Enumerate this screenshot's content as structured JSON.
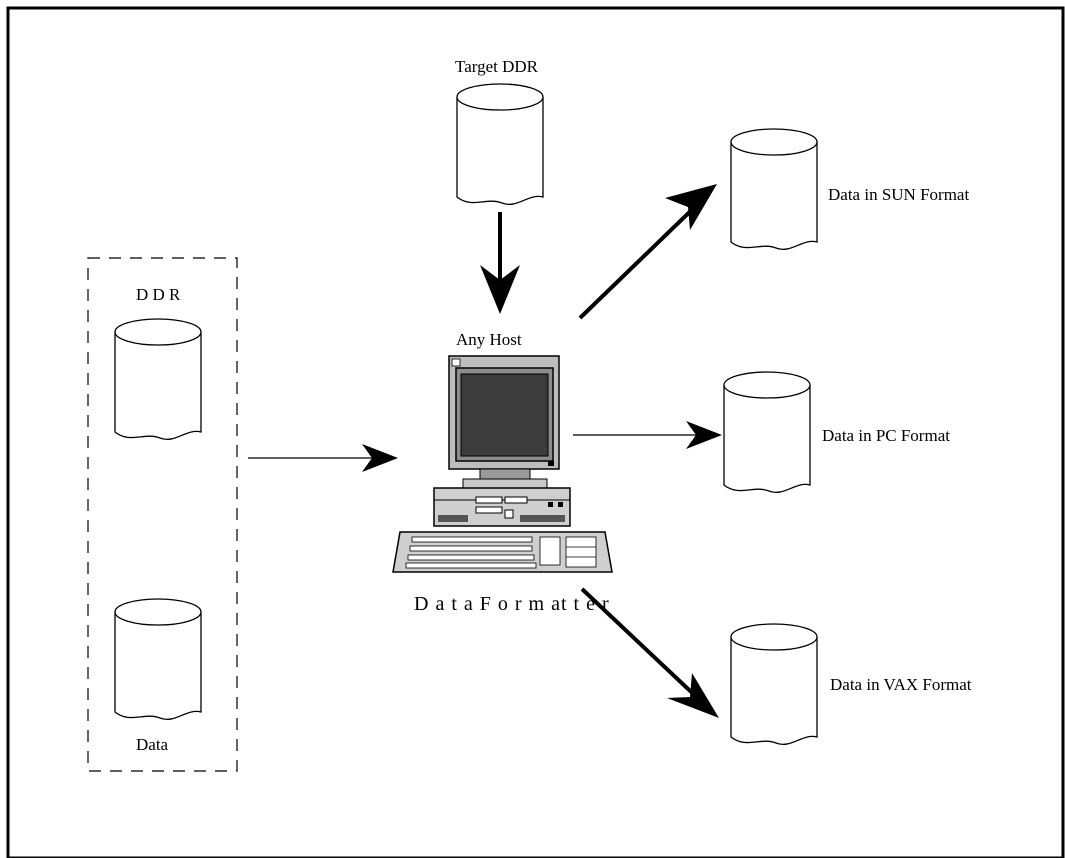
{
  "labels": {
    "target_ddr": "Target DDR",
    "ddr": "D D R",
    "data": "Data",
    "any_host": "Any Host",
    "data_formatter": "D a t a  F o r m at t e r",
    "sun": "Data in SUN Format",
    "pc": "Data in PC Format",
    "vax": "Data in VAX Format"
  },
  "icons": {
    "cylinder": "database-cylinder-icon",
    "computer": "desktop-computer-icon"
  }
}
